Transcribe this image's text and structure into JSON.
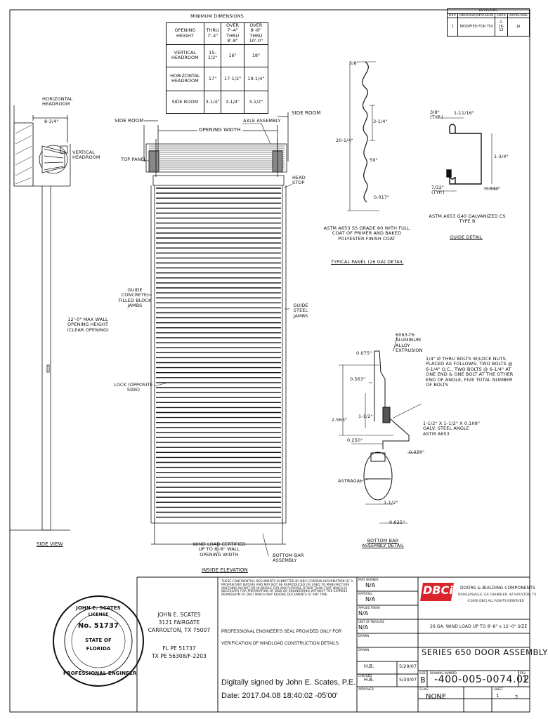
{
  "min_dims": {
    "title": "MINIMUM DIMENSIONS",
    "header": [
      "OPENING HEIGHT",
      "THRU 7'-4\"",
      "OVER 7'-4\" THRU 8'-8\"",
      "OVER 8'-8\" THRU 10'-0\""
    ],
    "rows": [
      [
        "VERTICAL HEADROOM",
        "15-1/2\"",
        "16\"",
        "18\""
      ],
      [
        "HORIZONTAL HEADROOM",
        "17\"",
        "17-1/2\"",
        "19-1/4\""
      ],
      [
        "SIDE ROOM",
        "3-1/4\"",
        "3-1/4\"",
        "3-1/2\""
      ]
    ]
  },
  "revisions": {
    "title": "REVISIONS",
    "headers": [
      "REV",
      "RELEASE/REVISION",
      "DATE",
      "APPROVAL"
    ],
    "row": [
      "1",
      "MODIFIED FOR TDI",
      "2-18-13",
      "JA"
    ]
  },
  "side_view": {
    "horizontal_headroom": "HORIZONTAL HEADROOM",
    "dim_8_34": "8-3/4\"",
    "vertical_headroom": "VERTICAL HEADROOM",
    "max_wall": "12'-0\" MAX WALL OPENING HEIGHT (CLEAR OPENING)",
    "title": "SIDE VIEW"
  },
  "elevation": {
    "side_room_left": "SIDE ROOM",
    "side_room_right": "SIDE ROOM",
    "opening_width": "OPENING WIDTH",
    "axle_assembly": "AXLE ASSEMBLY",
    "top_panel": "TOP PANEL",
    "head_stop": "HEAD STOP",
    "guide_left": "GUIDE CONCRETE/ FILLED BLOCK JAMBS",
    "guide_right": "GUIDE STEEL JAMBS",
    "lock": "LOCK (OPPOSITE SIDE)",
    "wind_load": "WIND LOAD CERTIFIED UP TO 8'-8\" WALL OPENING WIDTH",
    "bottom_bar_assembly": "BOTTOM BAR ASSEMBLY",
    "title": "INSIDE ELEVATION"
  },
  "panel_detail": {
    "dim_58": "5/8\"",
    "dim_3_14": "3-1/4\"",
    "dim_20_14": "20-1/4\"",
    "angle_59": "59°",
    "dim_0017": "0.017\"",
    "note": "ASTM A653 SS GRADE 80 WITH FULL COAT OF PRIMER AND BAKED POLYESTER FINISH COAT",
    "title": "TYPICAL PANEL (26 GA) DETAIL"
  },
  "guide_detail": {
    "dim_38": "3/8\" (TYP.)",
    "dim_1_1116": "1-11/16\"",
    "dim_1_34": "1-3/4\"",
    "dim_732": "7/32\" (TYP.)",
    "dim_0044": "0.044\"",
    "note": "ASTM A653 G40 GALVANIZED CS TYPE B",
    "title": "GUIDE DETAIL"
  },
  "bottom_bar": {
    "extrusion": "6063-T6 ALUMINUM ALLOY EXTRUSION",
    "d0075": "0.075\"",
    "d0563": "0.563\"",
    "d2563": "2.563\"",
    "d1_12": "1-1/2\"",
    "d0250": "0.250\"",
    "d0438": "0.438\"",
    "bolts": "1/4\" Ø THRU BOLTS W/LOCK NUTS, PLACED AS FOLLOWS: TWO BOLTS @ 6-1/4\" O.C., TWO BOLTS @ 6-1/4\" AT ONE END & ONE BOLT AT THE OTHER END OF ANGLE, FIVE TOTAL NUMBER OF BOLTS",
    "angle": "1-1/2\" X 1-1/2\" X 0.108\" GALV. STEEL ANGLE ASTM A653",
    "astragal": "ASTRAGAL",
    "d1_12b": "1-1/2\"",
    "d0625": "0.625\"",
    "title": "BOTTOM BAR ASSEMBLY DETAIL"
  },
  "seal": {
    "name": "JOHN E. SCATES",
    "license": "LICENSE",
    "number": "No. 51737",
    "state_of": "STATE OF",
    "florida": "FLORIDA",
    "profession": "PROFESSIONAL ENGINEER"
  },
  "engineer": {
    "name": "JOHN E. SCATES",
    "address1": "3121 FAIRGATE",
    "address2": "CARROLTON, TX 75007",
    "fl_pe": "FL PE 51737",
    "tx_pe": "TX PE 56308/F-2203"
  },
  "confidential": "THESE CONFIDENTIAL DOCUMENTS SUBMITTED BY DBCI CONTAIN INFORMATION OF A PROPRIETARY NATURE AND MAY NOT BE REPRODUCED OR USED TO MANUFACTURE ANYTHING IN PART OR IN WHOLE FOR ANY PURPOSE OTHER THAN THAT WHICH IS NECESSARY FOR PREPARATION OF BIDS OR ENGINEERING WITHOUT THE EXPRESS PERMISSION OF DBCI WHICH MAY REVOKE DOCUMENTS AT ANY TIME.",
  "pe_note_1": "PROFESSIONAL ENGINEER'S SEAL PROVIDED ONLY FOR",
  "pe_note_2": "VERIFICATION OF WINDLOAD CONSTRUCTION DETAILS.",
  "digital_sig_1": "Digitally signed by John E. Scates, P.E.",
  "digital_sig_2": "Date: 2017.04.08 18:40:02 -05'00'",
  "title_block": {
    "part_number_label": "PART NUMBER",
    "part_number": "N/A",
    "material_label": "MATERIAL",
    "material": "N/A",
    "finish_label": "APPLIED FINISH",
    "finish": "N/A",
    "qty_label": "UNIT OF MEASURE",
    "qty": "N/A",
    "drawn_label": "DRAWN",
    "drawn": "H.B.",
    "drawn_date": "5/29/07",
    "checked_label": "CHECKED",
    "checked": "H.B.",
    "checked_date": "5/30/07",
    "approved_label": "APPROVED",
    "size_label": "SIZE",
    "size": "B",
    "drawing_number_label": "DRAWING NUMBER",
    "drawing_number": "-400-005-0074.02",
    "rev_label": "REV.",
    "rev": "1",
    "scale_label": "SCALE",
    "scale": "NONE",
    "sheet_label": "SHEET",
    "sheet": "1",
    "of": "2",
    "logo": "DBCi",
    "company": "DOORS & BUILDING COMPONENTS",
    "locations": "DOUGLASVILLE, GA  CHANDLER, AZ  HOUSTON, TX",
    "copyright": "©2000 DBCI ALL RIGHTS RESERVED",
    "description": "26 GA. WIND LOAD UP TO 8'-8\" x 12'-0\" SIZE",
    "title": "SERIES 650 DOOR ASSEMBLY"
  },
  "colors": {
    "logo_red": "#d8242a",
    "line": "#111111"
  }
}
